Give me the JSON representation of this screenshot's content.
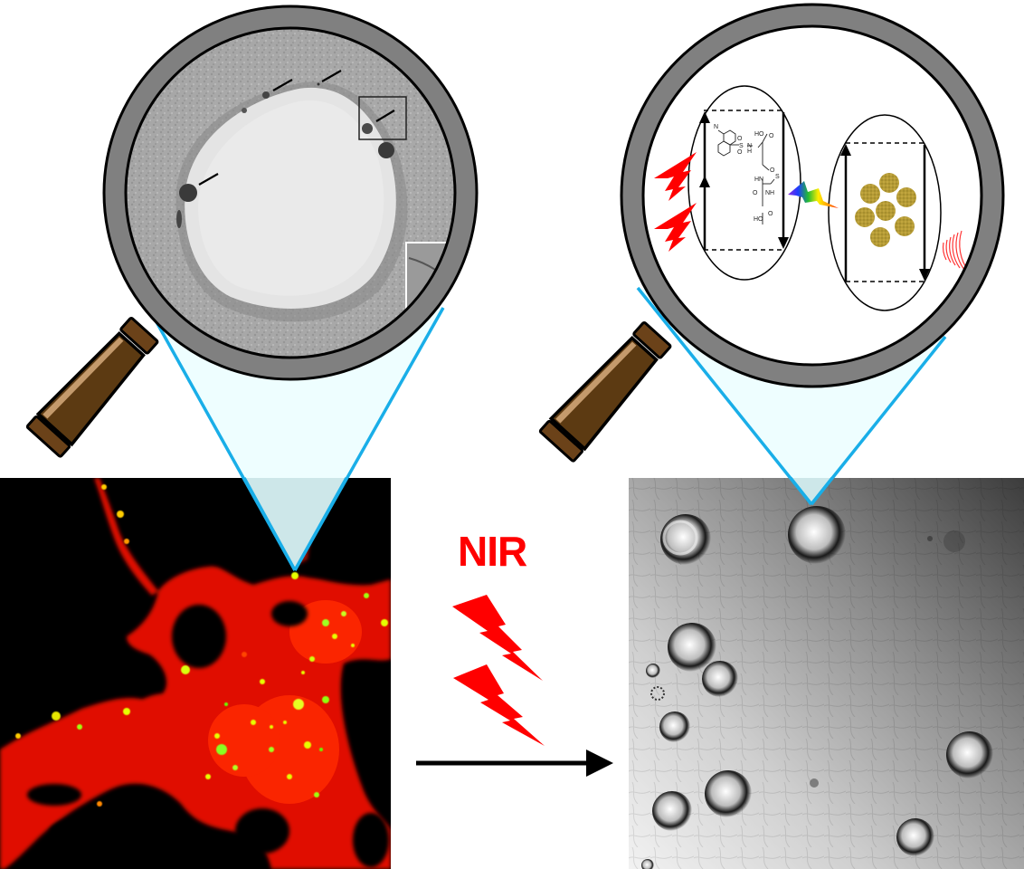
{
  "figure": {
    "type": "scientific graphical abstract",
    "background": "#ffffff"
  },
  "stimulus": {
    "label": "NIR",
    "color": "#ff0000",
    "arrow_direction": "left-to-right"
  },
  "magnifiers": [
    {
      "id": "left",
      "content": "electron micrograph of vesicle with dark nanoparticles marked by arrows",
      "rim_color": "#808080",
      "rim_outline": "#000000",
      "handle_color": "#5c3a12",
      "handle_highlight": "#c49a6c",
      "arrow_count": 4
    },
    {
      "id": "right",
      "content": "schematic of dye-peptide conjugate energy transfer to gold nanoparticle cluster",
      "rim_color": "#808080",
      "rim_outline": "#000000",
      "handle_color": "#5c3a12",
      "handle_highlight": "#c49a6c",
      "chem_labels": [
        "N",
        "S",
        "O",
        "HO",
        "N",
        "H",
        "O",
        "HN",
        "S",
        "O",
        "NH",
        "O",
        "HO",
        "O"
      ],
      "nanoparticle_color": "#b39a3a",
      "nanoparticle_count": 7
    }
  ],
  "zoom_cone": {
    "stroke": "#19aee8",
    "fill": "#eefeff"
  },
  "panels": [
    {
      "id": "fluorescence",
      "content": "fluorescence micrograph of cell, red membrane stain with green/yellow puncta",
      "colors": [
        "#ff1a00",
        "#33ff00",
        "#e6ff00"
      ]
    },
    {
      "id": "dic",
      "content": "DIC micrograph showing spherical vesicles/bubbles on cell layer after NIR irradiation"
    }
  ]
}
